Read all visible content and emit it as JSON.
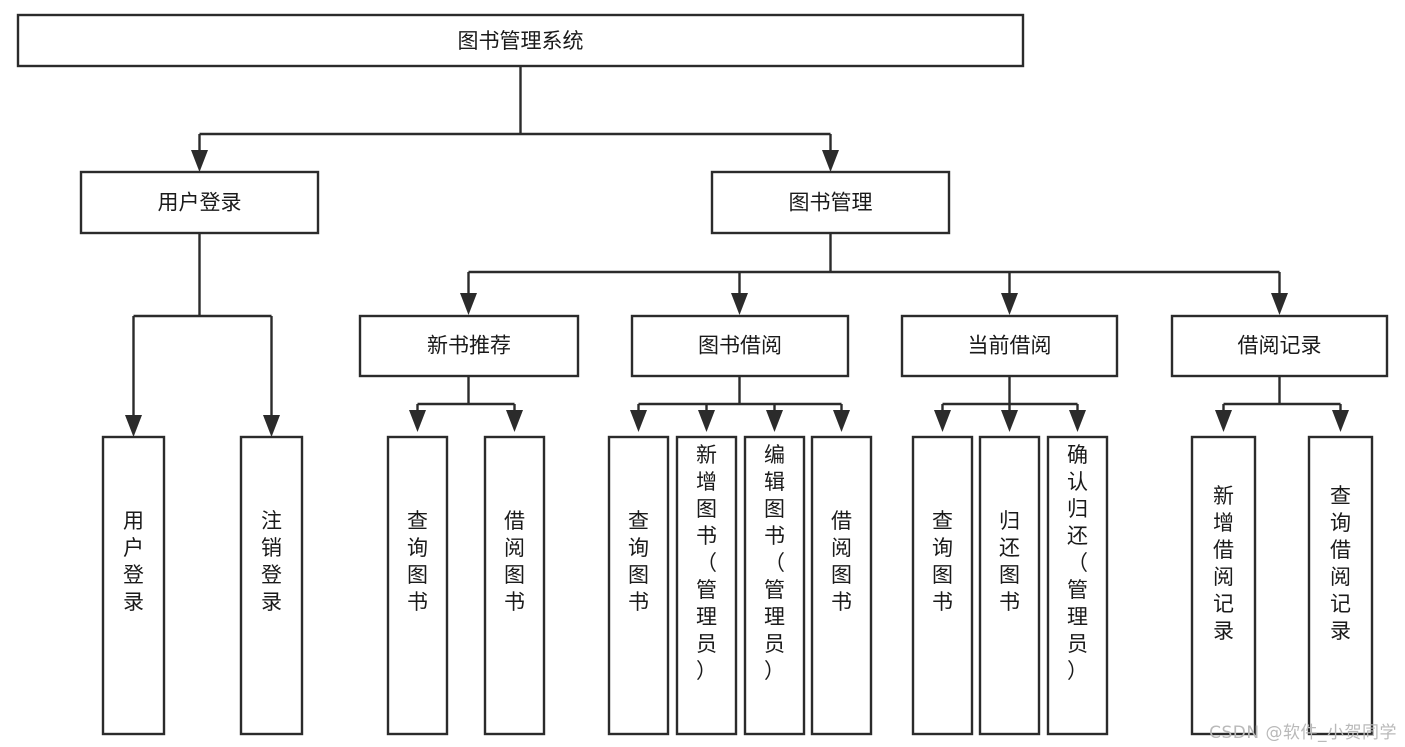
{
  "diagram": {
    "type": "tree",
    "title": "图书管理系统",
    "watermark": "CSDN @软件_小贺同学",
    "colors": {
      "stroke": "#2b2b2b",
      "fill": "#ffffff",
      "text": "#1a1a1a",
      "watermark": "#b9b9b9"
    },
    "root": {
      "label": "图书管理系统"
    },
    "level2": [
      {
        "label": "用户登录"
      },
      {
        "label": "图书管理"
      }
    ],
    "level3": [
      {
        "label": "新书推荐"
      },
      {
        "label": "图书借阅"
      },
      {
        "label": "当前借阅"
      },
      {
        "label": "借阅记录"
      }
    ],
    "leaves": {
      "user_login": [
        {
          "label": "用户登录"
        },
        {
          "label": "注销登录"
        }
      ],
      "new_book_recommend": [
        {
          "label": "查询图书"
        },
        {
          "label": "借阅图书"
        }
      ],
      "book_borrow": [
        {
          "label": "查询图书"
        },
        {
          "label": "新增图书（管理员）"
        },
        {
          "label": "编辑图书（管理员）"
        },
        {
          "label": "借阅图书"
        }
      ],
      "current_borrow": [
        {
          "label": "查询图书"
        },
        {
          "label": "归还图书"
        },
        {
          "label": "确认归还（管理员）"
        }
      ],
      "borrow_record": [
        {
          "label": "新增借阅记录"
        },
        {
          "label": "查询借阅记录"
        }
      ]
    }
  }
}
